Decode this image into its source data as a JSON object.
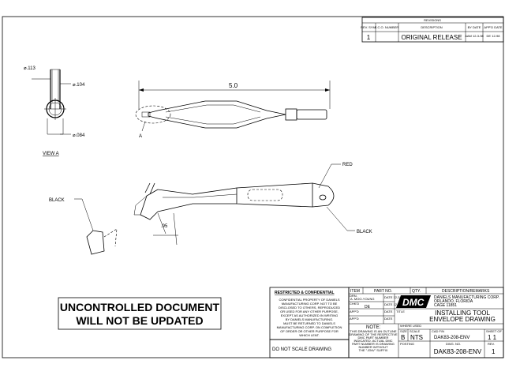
{
  "revisions": {
    "title": "REVISIONS",
    "col_rev": "REV. SYM.",
    "col_eco": "E.C.O. NUMBER",
    "col_desc": "DESCRIPTION",
    "col_by": "BY DATE",
    "col_appd": "APP'D DATE",
    "rev": "1",
    "desc": "ORIGINAL RELEASE",
    "by": "AAM 12-3-98",
    "appd": "DE 12-98"
  },
  "view_a": {
    "d1": "⌀.113",
    "d2": "⌀.104",
    "d3": "⌀.084",
    "label": "VIEW A"
  },
  "top_view": {
    "length": "5.0",
    "callout": "A"
  },
  "iso_view": {
    "red": "RED",
    "black_left": "BLACK",
    "black_right": "BLACK",
    "dim": ".95"
  },
  "stamp": {
    "line1": "UNCONTROLLED DOCUMENT",
    "line2": "WILL NOT BE UPDATED"
  },
  "notice": {
    "title": "RESTRICTED & CONFIDENTIAL",
    "body": [
      "CONFIDENTIAL PROPERTY OF DANIELS",
      "MANUFACTURING CORP. NOT TO BE",
      "DISCLOSED TO OTHERS, REPRODUCED",
      "OR USED FOR ANY OTHER PURPOSE,",
      "EXCEPT AS AUTHORIZED IN WRITING",
      "BY DANIELS MANUFACTURING.",
      "MUST BE RETURNED TO DANIELS",
      "MANUFACTURING CORP. ON COMPLETION",
      "OF ORDER OR OTHER PURPOSE FOR",
      "WHICH LENT."
    ],
    "do_not_scale": "DO NOT SCALE DRAWING"
  },
  "title_block": {
    "item": "ITEM",
    "part_no": "PART NO.",
    "qty": "QTY.",
    "desc_hdr": "DESCRIPTION/REMARKS",
    "drn_label": "DRN.",
    "drn": "A. MOO-YOUNG",
    "drn_date": "DATE 12-3-98",
    "chkd_label": "CHK'D",
    "chkd": "DE",
    "chkd_date": "DATE 12-98",
    "appd_label": "APP'D",
    "appd_date_label": "DATE",
    "appd2_label": "APP'D",
    "appd2_date_label": "DATE",
    "logo": "DMC",
    "company": [
      "DANIELS MANUFACTURING CORP.",
      "ORLANDO, FLORIDA",
      "CAGE 11851"
    ],
    "title_label": "TITLE",
    "title1": "INSTALLING TOOL",
    "title2": "ENVELOPE DRAWING",
    "note_title": "NOTE:",
    "note": [
      "THIS DRAWING IS AN OUTLINE",
      "DRAWING OF THE RESPECTIVE",
      "DMC PART NUMBER",
      "INDICATED. ACTUAL DMC",
      "PART NUMBER IS DRAWING",
      "NUMBER WITHOUT",
      "THE \"-ENV\" SUFFIX"
    ],
    "where_used": "WHERE USED",
    "size_label": "SIZE",
    "size": "B",
    "scale_label": "SCALE",
    "scale": "NTS",
    "cad_label": "CAD F/N",
    "cad": "DAK83-208-ENV",
    "sheet_label": "SHEET OF",
    "sheet": "1   1",
    "posting": "POSTING",
    "dwg_label": "DWG. NO.",
    "dwg": "DAK83-208-ENV",
    "rev_label": "REV.",
    "rev": "1"
  }
}
